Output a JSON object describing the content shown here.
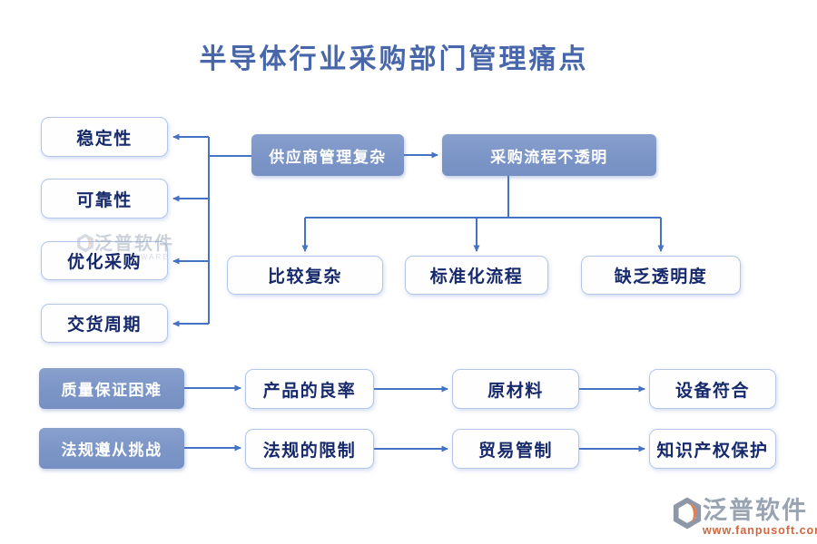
{
  "diagram": {
    "title": "半导体行业采购部门管理痛点",
    "left_factors": [
      "稳定性",
      "可靠性",
      "优化采购",
      "交货周期"
    ],
    "top_nodes": {
      "supplier": "供应商管理复杂",
      "process": "采购流程不透明"
    },
    "process_issues": [
      "比较复杂",
      "标准化流程",
      "缺乏透明度"
    ],
    "chains": [
      {
        "head": "质量保证困难",
        "steps": [
          "产品的良率",
          "原材料",
          "设备符合"
        ]
      },
      {
        "head": "法规遵从挑战",
        "steps": [
          "法规的限制",
          "贸易管制",
          "知识产权保护"
        ]
      }
    ]
  },
  "watermark": {
    "brand": "泛普软件",
    "url": "www.fanpusoft.com",
    "partial": "TWARE"
  },
  "colors": {
    "title": "#4767aa",
    "connector": "#4472c4",
    "blue_node_fill": "#7b95c7",
    "white_node_border": "#b3c6ea",
    "node_text_dark": "#16296b",
    "watermark_gray": "#99a3b2",
    "watermark_orange": "#cf6740",
    "logo_gray": "#8d97a8",
    "logo_orange": "#e08055"
  }
}
